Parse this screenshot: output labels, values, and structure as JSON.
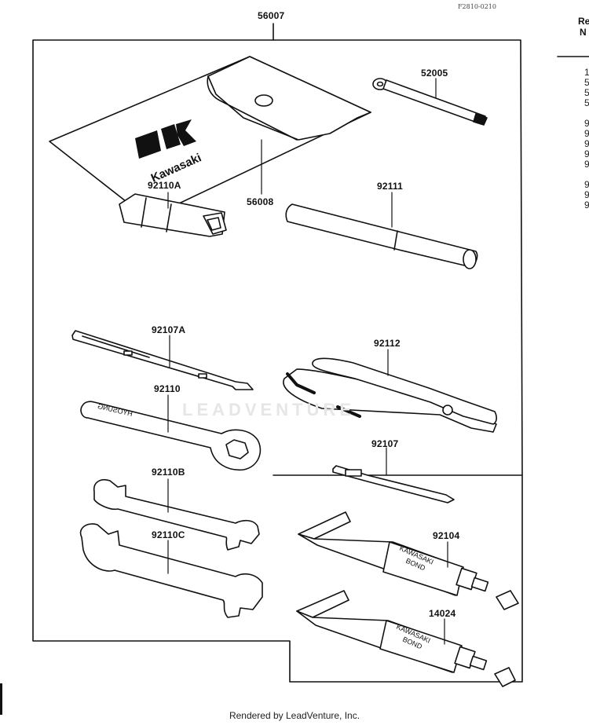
{
  "figure_ref": "F2810-0210",
  "header_partial": {
    "line1": "Re",
    "line2": "N"
  },
  "side_numbers": [
    "1",
    "5",
    "5",
    "5",
    "",
    "9",
    "9",
    "9",
    "9",
    "9",
    "",
    "9",
    "9",
    "9"
  ],
  "parts": {
    "tool_bag_set": "56007",
    "case": "56008",
    "kawasaki_logo_text": "Kawasaki",
    "spark_plug_wrench_handle": "52005",
    "box_wrench": "92110A",
    "handle_bar": "92111",
    "screwdriver_a": "92107A",
    "pliers": "92112",
    "ring_wrench": "92110",
    "screwdriver": "92107",
    "wrench_b": "92110B",
    "wrench_c": "92110C",
    "bond_tube_1": "92104",
    "bond_tube_2": "14024",
    "bond_label_1": "KAWASAKI",
    "bond_label_2": "BOND"
  },
  "watermark": "LEADVENTURE",
  "footer": "Rendered by LeadVenture, Inc."
}
